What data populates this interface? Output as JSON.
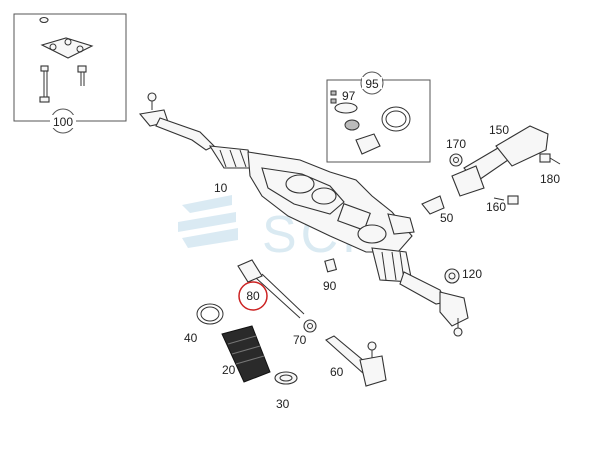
{
  "parts": {
    "p10": "10",
    "p20": "20",
    "p30": "30",
    "p40": "40",
    "p50": "50",
    "p60": "60",
    "p70": "70",
    "p80": "80",
    "p90": "90",
    "p95": "95",
    "p97": "97",
    "p100": "100",
    "p120": "120",
    "p150": "150",
    "p160": "160",
    "p170": "170",
    "p180": "180"
  },
  "watermark": "SCP",
  "colors": {
    "line": "#333333",
    "watermark": "#bcd9e9",
    "highlight_circle": "#cc2222"
  }
}
